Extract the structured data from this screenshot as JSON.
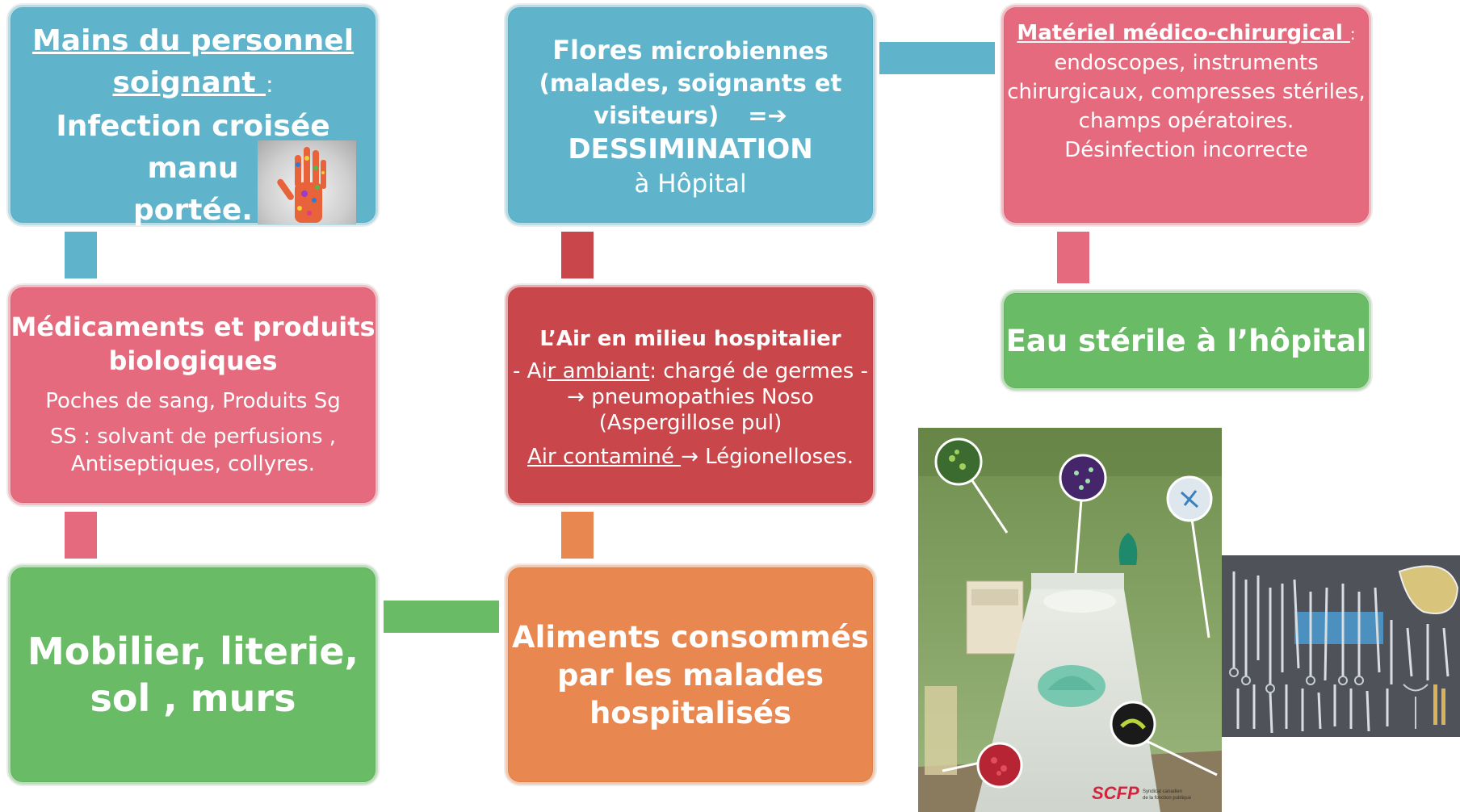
{
  "boxes": {
    "hands": {
      "line1": "Mains du personnel",
      "line2": "soignant ",
      "line2_suffix": " :",
      "line3": "Infection croisée manu",
      "line4": "portée."
    },
    "flora": {
      "line1_bold": "Flores",
      "line1_rest": " microbiennes",
      "line2": "(malades, soignants et",
      "line3": "visiteurs)",
      "arrow": "=➔",
      "line4": "DESSIMINATION",
      "line5": "à Hôpital"
    },
    "equipment": {
      "title": "Matériel médico-chirurgical ",
      "title_suffix": ":",
      "line1": "endoscopes, instruments",
      "line2": "chirurgicaux, compresses stériles,",
      "line3": "champs opératoires.",
      "line4": "Désinfection incorrecte"
    },
    "medications": {
      "title1": "Médicaments et produits",
      "title2": "biologiques",
      "line1": "Poches de sang, Produits Sg",
      "line2": "SS : solvant de perfusions ,",
      "line3": "Antiseptiques, collyres."
    },
    "air": {
      "title": "L’Air en milieu hospitalier",
      "line1_pre": "- Ai",
      "line1_u": "r ambiant",
      "line1_post": ": chargé de germes -",
      "line2": "→ pneumopathies Noso",
      "line3": "(Aspergillose pul)",
      "line4_u": "Air contaminé ",
      "line4_post": "→ Légionelloses."
    },
    "water": {
      "title": "Eau stérile à l’hôpital"
    },
    "furniture": {
      "line1": "Mobilier, literie,",
      "line2": "sol , murs"
    },
    "food": {
      "line1": "Aliments consommés",
      "line2": "par les malades",
      "line3": "hospitalisés"
    }
  },
  "photo_room": {
    "logo": "SCFP",
    "logo_sub1": "Syndicat canadien",
    "logo_sub2": "de la fonction publique"
  },
  "colors": {
    "blue": "#5fb4cc",
    "pink": "#e56a7d",
    "red": "#c9474b",
    "green": "#6abb66",
    "orange": "#e8874f"
  }
}
